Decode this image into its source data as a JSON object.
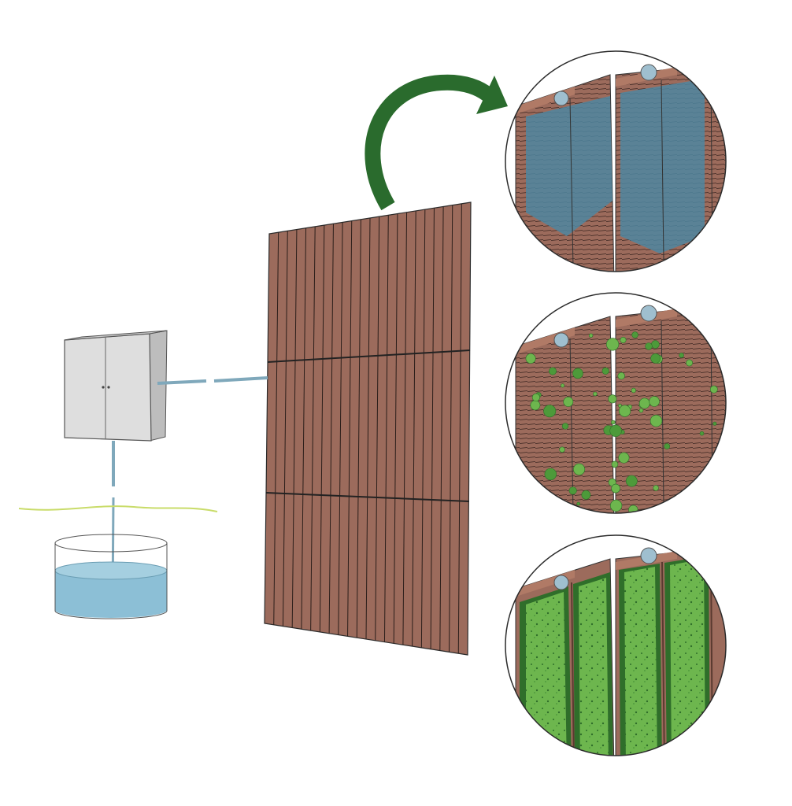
{
  "diagram": {
    "components": [
      {
        "name": "control-cabinet",
        "label": ""
      },
      {
        "name": "water-reservoir",
        "label": ""
      },
      {
        "name": "irrigation-pipe",
        "label": ""
      },
      {
        "name": "wood-panel-wall",
        "label": ""
      }
    ],
    "stages": [
      {
        "name": "stage-wet-panel",
        "description": ""
      },
      {
        "name": "stage-early-moss",
        "description": ""
      },
      {
        "name": "stage-full-moss",
        "description": ""
      }
    ],
    "arrow": {
      "name": "curved-arrow",
      "from": "wood-panel-wall",
      "to": "stage-wet-panel"
    },
    "colors": {
      "wood": "#9c6b5c",
      "wood_dark": "#7a5044",
      "water": "#4f86a0",
      "moss_light": "#6db64e",
      "moss_dark": "#2f6e2a",
      "arrow": "#2a6b2d",
      "cabinet": "#dcdcdc",
      "reservoir_water": "#8cbfd6"
    },
    "icons": [
      "cabinet-icon",
      "reservoir-icon",
      "arrow-icon",
      "magnifier-circle-icon"
    ]
  }
}
